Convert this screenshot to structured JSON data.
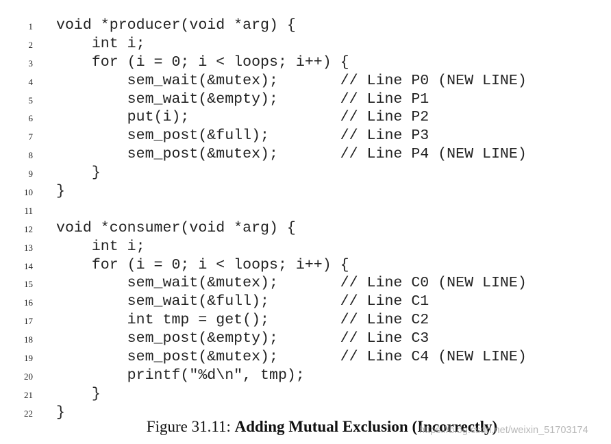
{
  "code": {
    "lines": [
      {
        "num": "1",
        "text": "void *producer(void *arg) {"
      },
      {
        "num": "2",
        "text": "    int i;"
      },
      {
        "num": "3",
        "text": "    for (i = 0; i < loops; i++) {"
      },
      {
        "num": "4",
        "text": "        sem_wait(&mutex);       // Line P0 (NEW LINE)"
      },
      {
        "num": "5",
        "text": "        sem_wait(&empty);       // Line P1"
      },
      {
        "num": "6",
        "text": "        put(i);                 // Line P2"
      },
      {
        "num": "7",
        "text": "        sem_post(&full);        // Line P3"
      },
      {
        "num": "8",
        "text": "        sem_post(&mutex);       // Line P4 (NEW LINE)"
      },
      {
        "num": "9",
        "text": "    }"
      },
      {
        "num": "10",
        "text": "}"
      },
      {
        "num": "11",
        "text": ""
      },
      {
        "num": "12",
        "text": "void *consumer(void *arg) {"
      },
      {
        "num": "13",
        "text": "    int i;"
      },
      {
        "num": "14",
        "text": "    for (i = 0; i < loops; i++) {"
      },
      {
        "num": "15",
        "text": "        sem_wait(&mutex);       // Line C0 (NEW LINE)"
      },
      {
        "num": "16",
        "text": "        sem_wait(&full);        // Line C1"
      },
      {
        "num": "17",
        "text": "        int tmp = get();        // Line C2"
      },
      {
        "num": "18",
        "text": "        sem_post(&empty);       // Line C3"
      },
      {
        "num": "19",
        "text": "        sem_post(&mutex);       // Line C4 (NEW LINE)"
      },
      {
        "num": "20",
        "text": "        printf(\"%d\\n\", tmp);"
      },
      {
        "num": "21",
        "text": "    }"
      },
      {
        "num": "22",
        "text": "}"
      }
    ]
  },
  "caption": {
    "label": "Figure 31.11: ",
    "title": "Adding Mutual Exclusion (Incorrectly)"
  },
  "watermark": {
    "text": "https://blog.csdn.net/weixin_51703174"
  }
}
